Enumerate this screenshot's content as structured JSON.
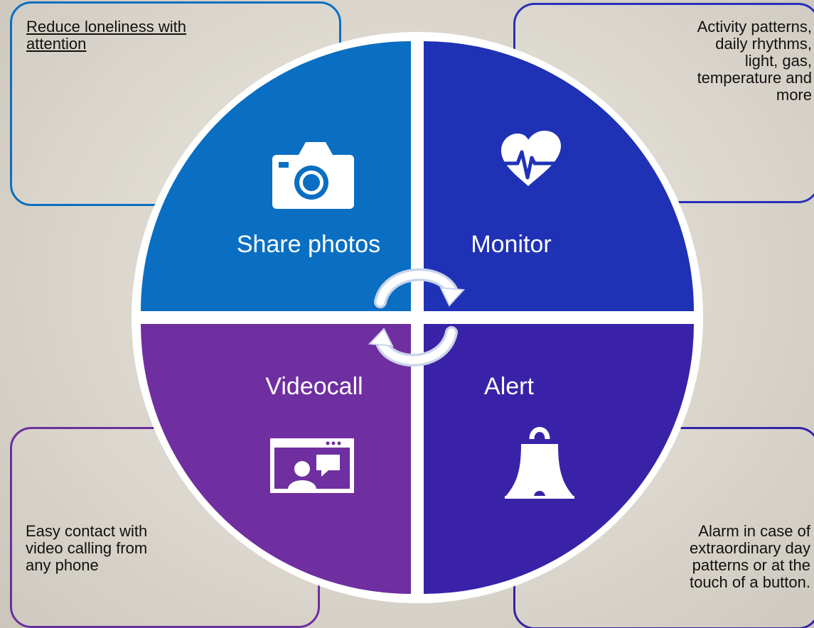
{
  "quadrants": {
    "top_left": {
      "label": "Share photos",
      "icon": "camera-icon",
      "color": "#0a6fc2"
    },
    "top_right": {
      "label": "Monitor",
      "icon": "heart-pulse-icon",
      "color": "#1f32b6"
    },
    "bottom_left": {
      "label": "Videocall",
      "icon": "video-call-icon",
      "color": "#6f2fa0"
    },
    "bottom_right": {
      "label": "Alert",
      "icon": "bell-icon",
      "color": "#3a22a8"
    }
  },
  "notes": {
    "top_left": "Reduce loneliness with attention",
    "top_right_lines": [
      "Activity patterns,",
      "daily rhythms,",
      "light, gas,",
      "temperature and",
      "more"
    ],
    "bottom_left_lines": [
      "Easy contact with",
      "video calling from",
      "any phone"
    ],
    "bottom_right_lines": [
      "Alarm in case of",
      "extraordinary day",
      "patterns or at the",
      "touch of a button."
    ]
  },
  "center": {
    "icon": "cycle-arrows-icon"
  }
}
